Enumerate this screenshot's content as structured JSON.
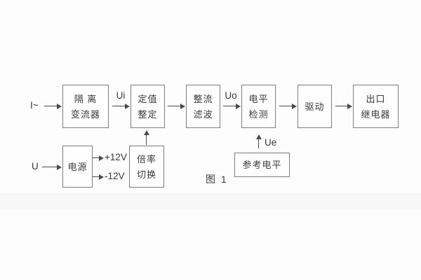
{
  "figure": {
    "caption": "图 1",
    "background_color": "#fdfdfd",
    "line_color": "#4a4a4a",
    "text_color": "#3a3a3a"
  },
  "inputs": {
    "current": "I~",
    "voltage": "U"
  },
  "signals": {
    "ui": "Ui",
    "uo": "Uo",
    "ue": "Ue",
    "plus12": "+12V",
    "minus12": "-12V"
  },
  "blocks": {
    "isolation": {
      "line1": "隔 离",
      "line2": "变流器"
    },
    "setting": {
      "line1": "定值",
      "line2": "整定"
    },
    "rectify": {
      "line1": "整流",
      "line2": "滤波"
    },
    "level": {
      "line1": "电平",
      "line2": "检测"
    },
    "drive": {
      "line1": "驱动"
    },
    "output": {
      "line1": "出口",
      "line2": "继电器"
    },
    "power": {
      "line1": "电源"
    },
    "ratio": {
      "line1": "倍率",
      "line2": "切换"
    },
    "reference": {
      "line1": "参考电平"
    }
  }
}
